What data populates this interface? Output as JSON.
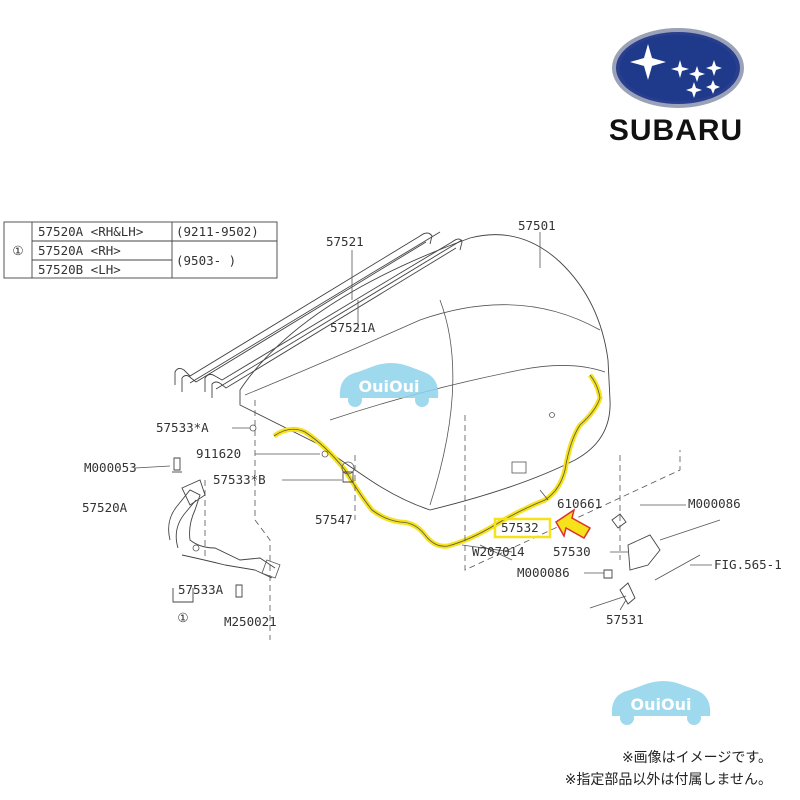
{
  "brand": {
    "name": "SUBARU",
    "logo_icon": "subaru-pleiades-logo"
  },
  "table": {
    "ref": "①",
    "rows": [
      {
        "part": "57520A <RH&LH>",
        "date": "(9211-9502)"
      },
      {
        "part": "57520A <RH>",
        "date": "(9503-    )"
      },
      {
        "part": "57520B <LH>",
        "date": ""
      }
    ]
  },
  "labels": {
    "p57501": "57501",
    "p57521": "57521",
    "p57521A": "57521A",
    "p57533A_star": "57533*A",
    "p911620": "911620",
    "p57533B_star": "57533*B",
    "pM000053": "M000053",
    "p57520A": "57520A",
    "p57547": "57547",
    "p57533A": "57533A",
    "ref1": "①",
    "pM250021": "M250021",
    "p610661": "610661",
    "pM000086_top": "M000086",
    "p57532": "57532",
    "pW207014": "W207014",
    "p57530": "57530",
    "pFIG": "FIG.565-1",
    "pM000086_bot": "M000086",
    "p57531": "57531"
  },
  "watermark": {
    "text": "OuiOui",
    "color": "#8fd3ec"
  },
  "highlight": {
    "seal_color": "#f5e21a",
    "arrow_color": "#f5e21a",
    "arrow_outline": "#e0302a"
  },
  "notes": {
    "line1": "※画像はイメージです。",
    "line2": "※指定部品以外は付属しません。"
  }
}
